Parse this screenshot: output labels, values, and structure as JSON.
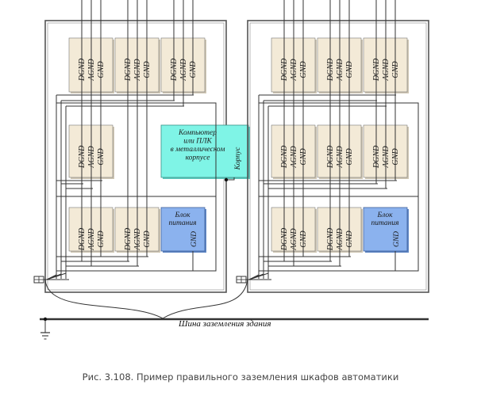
{
  "module_pins": [
    "DGND",
    "AGND",
    "GND"
  ],
  "pc_box": {
    "lines": [
      "Компьютер",
      "или ПЛК",
      "в металлическом",
      "корпусе"
    ],
    "case_label": "Корпус"
  },
  "psu_box": {
    "lines": [
      "Блок",
      "питания"
    ],
    "pin": "GND"
  },
  "bus_label": "Шина заземления здания",
  "caption": "Рис. 3.108. Пример правильного заземления шкафов автоматики",
  "colors": {
    "module_fill": "#f3ead7",
    "pc_fill": "#7ff4e6",
    "psu_fill": "#8bb2ee",
    "line": "#333333"
  }
}
